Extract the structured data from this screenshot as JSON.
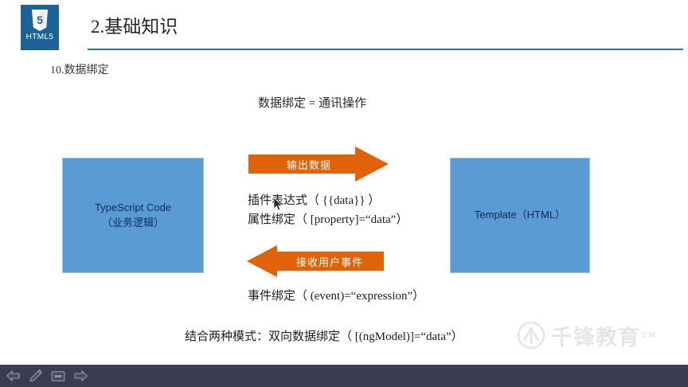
{
  "header": {
    "badge_label": "HTML5",
    "badge_icon": "html5-shield-icon",
    "title": "2.基础知识",
    "badge_color": "#1b6298",
    "rule_color": "#2e75a8"
  },
  "slide": {
    "section_label": "10.数据绑定",
    "equation": "数据绑定 = 通讯操作",
    "boxes": [
      {
        "name": "typescript-code-box",
        "line1": "TypeScript Code",
        "line2": "（业务逻辑）",
        "color": "#5b9bd5"
      },
      {
        "name": "template-html-box",
        "line1": "Template（HTML）",
        "line2": "",
        "color": "#5b9bd5"
      }
    ],
    "arrows": [
      {
        "name": "output-data-arrow",
        "label": "输出数据",
        "direction": "right",
        "color": "#E2620A"
      },
      {
        "name": "receive-user-event-arrow",
        "label": "接收用户事件",
        "direction": "left",
        "color": "#E2620A"
      }
    ],
    "lines": [
      "插件表达式（ {{data}} ）",
      "属性绑定（ [property]=“data”）",
      "事件绑定（ (event)=“expression”）"
    ],
    "footer": "结合两种模式：双向数据绑定（ [(ngModel)]=“data”）"
  },
  "watermark": {
    "text": "千锋教育",
    "tm": "TM",
    "icon": "qianfeng-logo-icon"
  },
  "toolbar": {
    "background": "#3c3c50",
    "buttons": [
      {
        "name": "previous-slide-button",
        "icon": "arrow-left-icon"
      },
      {
        "name": "annotate-pen-button",
        "icon": "pencil-icon"
      },
      {
        "name": "slide-view-button",
        "icon": "rectangle-icon"
      },
      {
        "name": "next-slide-button",
        "icon": "arrow-right-icon"
      }
    ]
  }
}
